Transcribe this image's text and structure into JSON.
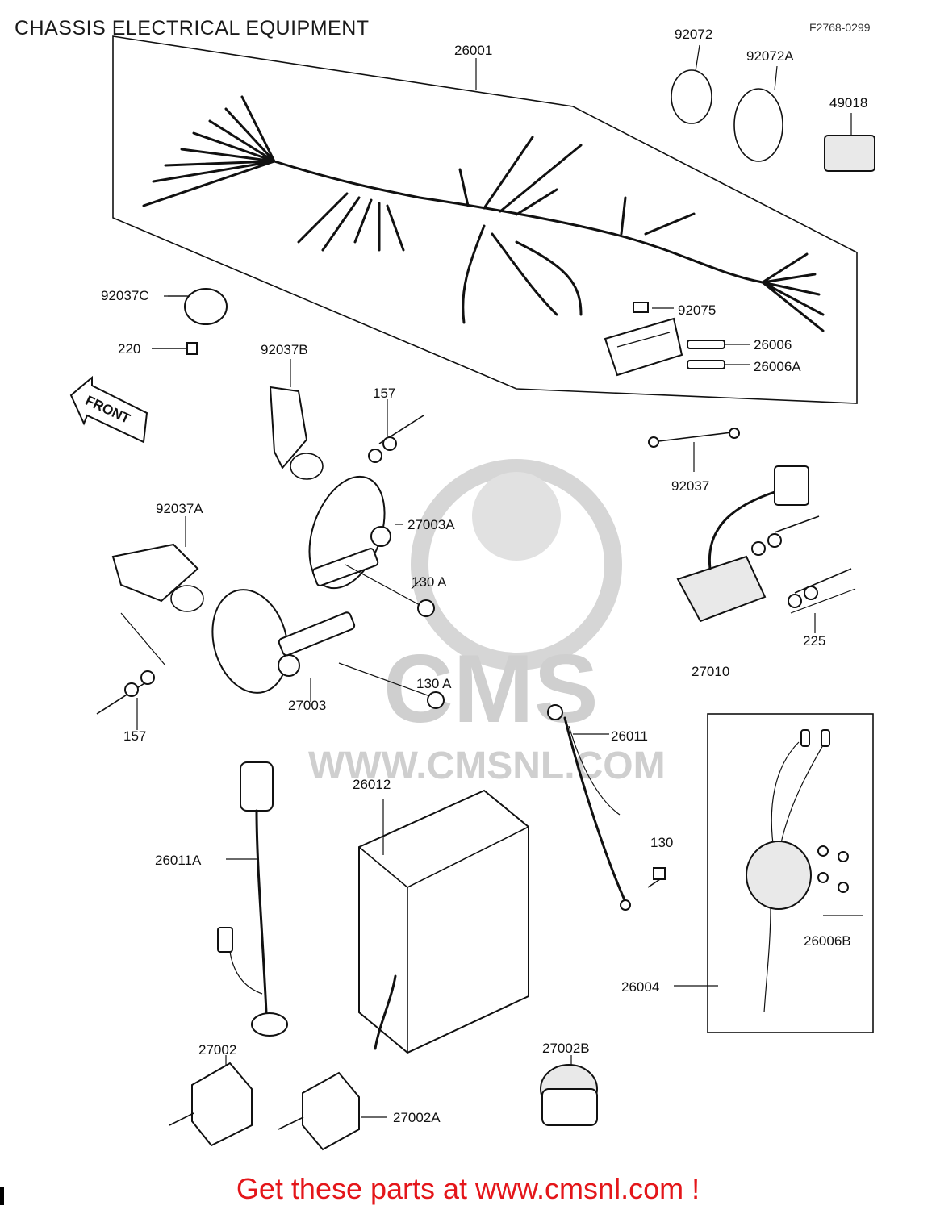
{
  "header": {
    "title": "CHASSIS ELECTRICAL EQUIPMENT",
    "code": "F2768-0299"
  },
  "front_arrow": {
    "label": "FRONT",
    "icon": "front-arrow-icon"
  },
  "watermark": {
    "brand": "CMS",
    "url": "WWW.CMSNL.COM",
    "color": "#cfcfcf"
  },
  "callouts": [
    {
      "id": "26001",
      "text": "26001"
    },
    {
      "id": "92072",
      "text": "92072"
    },
    {
      "id": "92072A",
      "text": "92072A"
    },
    {
      "id": "49018",
      "text": "49018"
    },
    {
      "id": "92037C",
      "text": "92037C"
    },
    {
      "id": "220",
      "text": "220"
    },
    {
      "id": "92075",
      "text": "92075"
    },
    {
      "id": "26006",
      "text": "26006"
    },
    {
      "id": "26006A",
      "text": "26006A"
    },
    {
      "id": "92037B",
      "text": "92037B"
    },
    {
      "id": "157a",
      "text": "157"
    },
    {
      "id": "92037",
      "text": "92037"
    },
    {
      "id": "92037A",
      "text": "92037A"
    },
    {
      "id": "27003A",
      "text": "27003A"
    },
    {
      "id": "130Aa",
      "text": "130 A"
    },
    {
      "id": "130Ab",
      "text": "130 A"
    },
    {
      "id": "225",
      "text": "225"
    },
    {
      "id": "27010",
      "text": "27010"
    },
    {
      "id": "157b",
      "text": "157"
    },
    {
      "id": "27003",
      "text": "27003"
    },
    {
      "id": "26011",
      "text": "26011"
    },
    {
      "id": "26012",
      "text": "26012"
    },
    {
      "id": "26011A",
      "text": "26011A"
    },
    {
      "id": "130",
      "text": "130"
    },
    {
      "id": "26006B",
      "text": "26006B"
    },
    {
      "id": "26004",
      "text": "26004"
    },
    {
      "id": "27002",
      "text": "27002"
    },
    {
      "id": "27002B",
      "text": "27002B"
    },
    {
      "id": "27002A",
      "text": "27002A"
    }
  ],
  "footer": {
    "text": "Get these parts at www.cmsnl.com !",
    "color": "#e4161a"
  }
}
